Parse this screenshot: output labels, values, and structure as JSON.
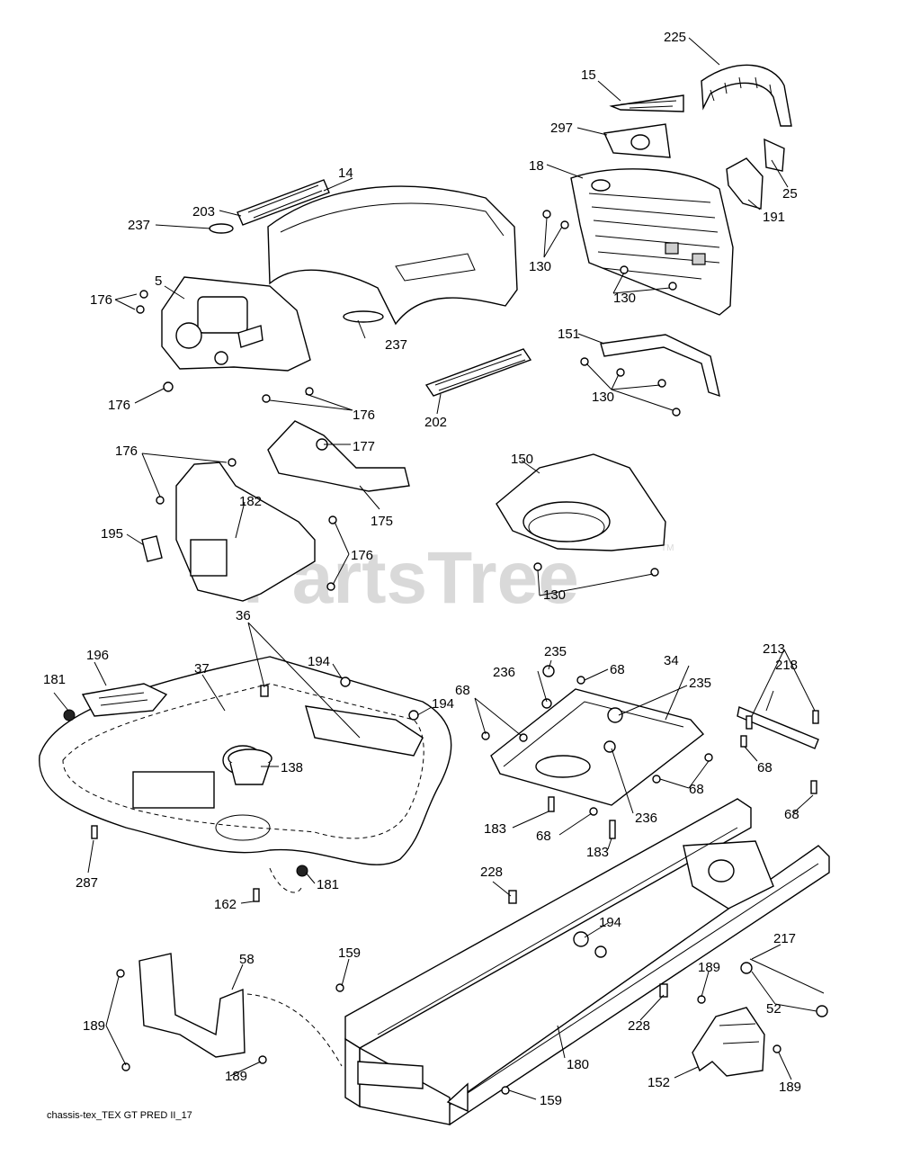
{
  "watermark": "PartsTree",
  "watermark_tm": "TM",
  "drawing_code": "chassis-tex_TEX GT PRED II_17",
  "callouts": {
    "c225": "225",
    "c15": "15",
    "c297": "297",
    "c14": "14",
    "c18": "18",
    "c25": "25",
    "c191": "191",
    "c203": "203",
    "c237a": "237",
    "c237b": "237",
    "c5": "5",
    "c176a": "176",
    "c176b": "176",
    "c176c": "176",
    "c130a": "130",
    "c130b": "130",
    "c151": "151",
    "c130c": "130",
    "c202": "202",
    "c176d": "176",
    "c177": "177",
    "c182": "182",
    "c175": "175",
    "c195": "195",
    "c176e": "176",
    "c150": "150",
    "c130d": "130",
    "c36": "36",
    "c196": "196",
    "c37": "37",
    "c194a": "194",
    "c181a": "181",
    "c194b": "194",
    "c138": "138",
    "c287": "287",
    "c162": "162",
    "c181b": "181",
    "c235a": "235",
    "c236a": "236",
    "c68a": "68",
    "c68b": "68",
    "c34": "34",
    "c235b": "235",
    "c183a": "183",
    "c68c": "68",
    "c183b": "183",
    "c236b": "236",
    "c68d": "68",
    "c213": "213",
    "c218": "218",
    "c68e": "68",
    "c68f": "68",
    "c228a": "228",
    "c194c": "194",
    "c159a": "159",
    "c58": "58",
    "c189a": "189",
    "c189b": "189",
    "c180": "180",
    "c159b": "159",
    "c228b": "228",
    "c189c": "189",
    "c217": "217",
    "c52": "52",
    "c152": "152",
    "c189d": "189"
  }
}
